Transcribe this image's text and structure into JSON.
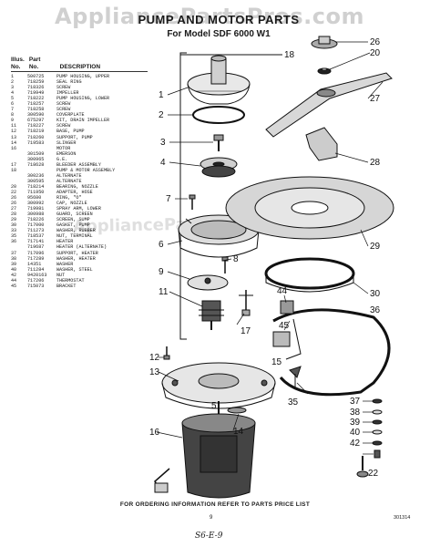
{
  "watermark": "AppliancePartsPros.com",
  "header": {
    "title": "PUMP AND MOTOR PARTS",
    "subtitle": "For Model SDF 6000 W1"
  },
  "parts_list": {
    "headers": {
      "col1_top": "Illus.",
      "col1": "No.",
      "col2_top": "Part",
      "col2": "No.",
      "col3": "DESCRIPTION"
    },
    "rows": [
      {
        "illus": "1",
        "part": "500725",
        "desc": "PUMP HOUSING, UPPER"
      },
      {
        "illus": "2",
        "part": "718259",
        "desc": "SEAL RING"
      },
      {
        "illus": "3",
        "part": "718326",
        "desc": "SCREW"
      },
      {
        "illus": "4",
        "part": "719949",
        "desc": "IMPELLER"
      },
      {
        "illus": "5",
        "part": "718222",
        "desc": "PUMP HOUSING, LOWER"
      },
      {
        "illus": "6",
        "part": "718257",
        "desc": "SCREW"
      },
      {
        "illus": "7",
        "part": "718258",
        "desc": "SCREW"
      },
      {
        "illus": "8",
        "part": "300590",
        "desc": "COVERPLATE"
      },
      {
        "illus": "9",
        "part": "675297",
        "desc": "KIT, DRAIN IMPELLER"
      },
      {
        "illus": "11",
        "part": "718227",
        "desc": "SCREW"
      },
      {
        "illus": "12",
        "part": "718219",
        "desc": "BASE, PUMP"
      },
      {
        "illus": "13",
        "part": "718260",
        "desc": "SUPPORT, PUMP"
      },
      {
        "illus": "14",
        "part": "719583",
        "desc": "SLINGER"
      },
      {
        "illus": "16",
        "part": "",
        "desc": "MOTOR"
      },
      {
        "illus": "",
        "part": "301509",
        "desc": "EMERSON"
      },
      {
        "illus": "",
        "part": "300965",
        "desc": "G.E."
      },
      {
        "illus": "17",
        "part": "718628",
        "desc": "BLEEDER ASSEMBLY"
      },
      {
        "illus": "18",
        "part": "",
        "desc": "PUMP & MOTOR ASSEMBLY"
      },
      {
        "illus": "",
        "part": "300236",
        "desc": "ALTERNATE"
      },
      {
        "illus": "",
        "part": "300595",
        "desc": "ALTERNATE"
      },
      {
        "illus": "20",
        "part": "718214",
        "desc": "BEARING, NOZZLE"
      },
      {
        "illus": "22",
        "part": "711950",
        "desc": "ADAPTER, HOSE"
      },
      {
        "illus": "26",
        "part": "95680",
        "desc": "RING, \"O\""
      },
      {
        "illus": "26",
        "part": "300992",
        "desc": "CAP, NOZZLE"
      },
      {
        "illus": "27",
        "part": "719981",
        "desc": "SPRAY ARM, LOWER"
      },
      {
        "illus": "28",
        "part": "300988",
        "desc": "GUARD, SCREEN"
      },
      {
        "illus": "29",
        "part": "718226",
        "desc": "SCREEN, SUMP"
      },
      {
        "illus": "30",
        "part": "717000",
        "desc": "GASKET, PUMP"
      },
      {
        "illus": "33",
        "part": "711273",
        "desc": "WASHER, RUBBER"
      },
      {
        "illus": "35",
        "part": "718537",
        "desc": "NUT, TERMINAL"
      },
      {
        "illus": "36",
        "part": "717141",
        "desc": "HEATER"
      },
      {
        "illus": "",
        "part": "719687",
        "desc": "HEATER (ALTERNATE)"
      },
      {
        "illus": "37",
        "part": "717096",
        "desc": "SUPPORT, HEATER"
      },
      {
        "illus": "38",
        "part": "717289",
        "desc": "WASHER, HEATER"
      },
      {
        "illus": "39",
        "part": "14351",
        "desc": "WASHER"
      },
      {
        "illus": "40",
        "part": "711284",
        "desc": "WASHER, STEEL"
      },
      {
        "illus": "42",
        "part": "9420163",
        "desc": "NUT"
      },
      {
        "illus": "44",
        "part": "717206",
        "desc": "THERMOSTAT"
      },
      {
        "illus": "45",
        "part": "715073",
        "desc": "BRACKET"
      }
    ]
  },
  "callouts": {
    "c1": "1",
    "c2": "2",
    "c3": "3",
    "c4": "4",
    "c5": "5",
    "c6": "6",
    "c7": "7",
    "c8": "8",
    "c9": "9",
    "c11": "11",
    "c12": "12",
    "c13": "13",
    "c14": "14",
    "c15": "15",
    "c16": "16",
    "c17": "17",
    "c18": "18",
    "c20": "20",
    "c22": "22",
    "c26": "26",
    "c27": "27",
    "c28": "28",
    "c29": "29",
    "c30": "30",
    "c35": "35",
    "c36": "36",
    "c37": "37",
    "c38": "38",
    "c39": "39",
    "c40": "40",
    "c42": "42",
    "c44": "44",
    "c45": "45"
  },
  "footer": {
    "note": "FOR ORDERING INFORMATION REFER TO PARTS PRICE LIST",
    "page": "9",
    "code": "301314",
    "handwritten": "S6-E-9"
  }
}
